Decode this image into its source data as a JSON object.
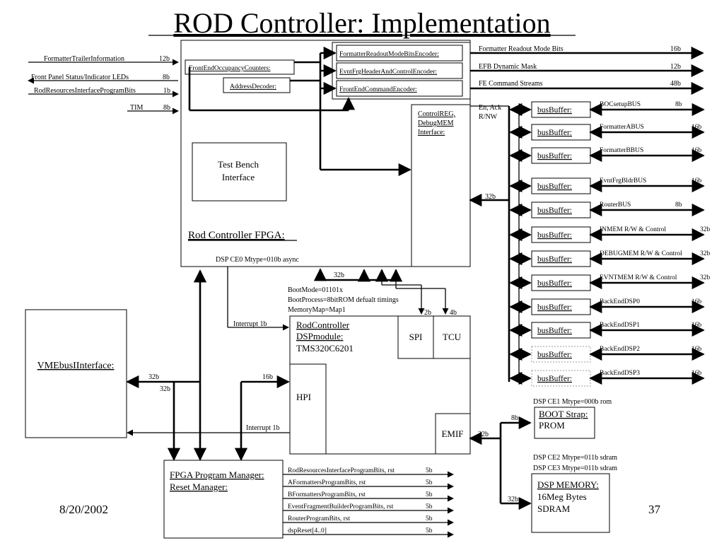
{
  "title": "ROD Controller: Implementation",
  "date": "8/20/2002",
  "page_number": "37",
  "rod_fpga": {
    "label": "Rod Controller FPGA:",
    "dsp_ce0": "DSP  CE0 Mtype=010b async",
    "inputs": [
      {
        "label": "FormatterTrailerInformation",
        "bits": "12b"
      },
      {
        "label": "Front Panel Status/Indicator LEDs",
        "bits": "8b"
      },
      {
        "label": "RodResourcesInterfaceProgramBits",
        "bits": "1b"
      },
      {
        "label": "TIM",
        "bits": "8b"
      }
    ],
    "sub_blocks": {
      "occupancy": "FrontEndOccupancyCounters:",
      "address_decoder": "AddressDecoder:",
      "test_bench_line1": "Test Bench",
      "test_bench_line2": "Interface",
      "control_reg_lines": [
        "ControlREG,",
        "DebugMEM",
        "Interface:"
      ]
    },
    "encoders": [
      {
        "label": "FormatterReadoutModeBitsEncoder:",
        "signal": "Formatter Readout Mode Bits",
        "bits": "16b"
      },
      {
        "label": "EvntFrgHeaderAndControlEncoder:",
        "signal": "EFB Dynamic Mask",
        "bits": "12b"
      },
      {
        "label": "FrontEndCommandEncoder:",
        "signal": "FE Command Streams",
        "bits": "48b"
      }
    ],
    "en_ack": "En, Ack",
    "rnw": "R/NW",
    "bus_32b": "32b",
    "bus_32b_lower": "32b"
  },
  "bus_buffers": {
    "label": "busBuffer:",
    "items": [
      {
        "bus": "BOCsetupBUS",
        "bits": "8b"
      },
      {
        "bus": "FormatterABUS",
        "bits": "16b"
      },
      {
        "bus": "FormatterBBUS",
        "bits": "16b"
      },
      {
        "bus": "EvntFrgBldrBUS",
        "bits": "16b"
      },
      {
        "bus": "RouterBUS",
        "bits": "8b"
      },
      {
        "bus": "INMEM R/W & Control",
        "bits": "32b"
      },
      {
        "bus": "DEBUGMEM R/W & Control",
        "bits": "32b"
      },
      {
        "bus": "EVNTMEM R/W & Control",
        "bits": "32b"
      },
      {
        "bus": "BackEndDSP0",
        "bits": "16b"
      },
      {
        "bus": "BackEndDSP1",
        "bits": "16b"
      },
      {
        "bus": "BackEndDSP2",
        "bits": "16b"
      },
      {
        "bus": "BackEndDSP3",
        "bits": "16b"
      }
    ]
  },
  "boot_info": [
    "BootMode=01101x",
    "BootProcess=8bitROM defualt timings",
    "MemoryMap=Map1"
  ],
  "dsp_module": {
    "line1": "RodController",
    "line2": "DSPmodule:",
    "chip": "TMS320C6201",
    "spi": "SPI",
    "tcu": "TCU",
    "hpi": "HPI",
    "emif": "EMIF",
    "spi_bits": "2b",
    "tcu_bits": "4b",
    "interrupt_top": "Interrupt   1b",
    "interrupt_hpi": "Interrupt   1b",
    "hpi_bits": "16b",
    "emif_bits": "32b",
    "prom_bits": "8b",
    "sdram_bits": "32b"
  },
  "vme": {
    "label": "VMEbusIInterface:",
    "bits_a": "32b",
    "bits_b": "32b"
  },
  "boot_prom": {
    "ce1": "DSP  CE1 Mtype=000b rom",
    "line1": "BOOT Strap:",
    "line2": "PROM"
  },
  "dsp_memory": {
    "ce2": "DSP  CE2 Mtype=011b sdram",
    "ce3": "DSP  CE3 Mtype=011b sdram",
    "line1": "DSP MEMORY:",
    "line2": "16Meg Bytes",
    "line3": "SDRAM"
  },
  "fpga_manager": {
    "line1": "FPGA Program Manager:",
    "line2": "Reset Manager:",
    "outputs": [
      {
        "label": "RodResourcesInterfaceProgramBits, rst",
        "bits": "5b"
      },
      {
        "label": "AFormattersProgramBits, rst",
        "bits": "5b"
      },
      {
        "label": "BFormattersProgramBits, rst",
        "bits": "5b"
      },
      {
        "label": "EventFragmentBuilderProgramBits, rst",
        "bits": "5b"
      },
      {
        "label": "RouterProgramBits, rst",
        "bits": "5b"
      },
      {
        "label": "dspReset[4..0]",
        "bits": "5b"
      }
    ]
  }
}
